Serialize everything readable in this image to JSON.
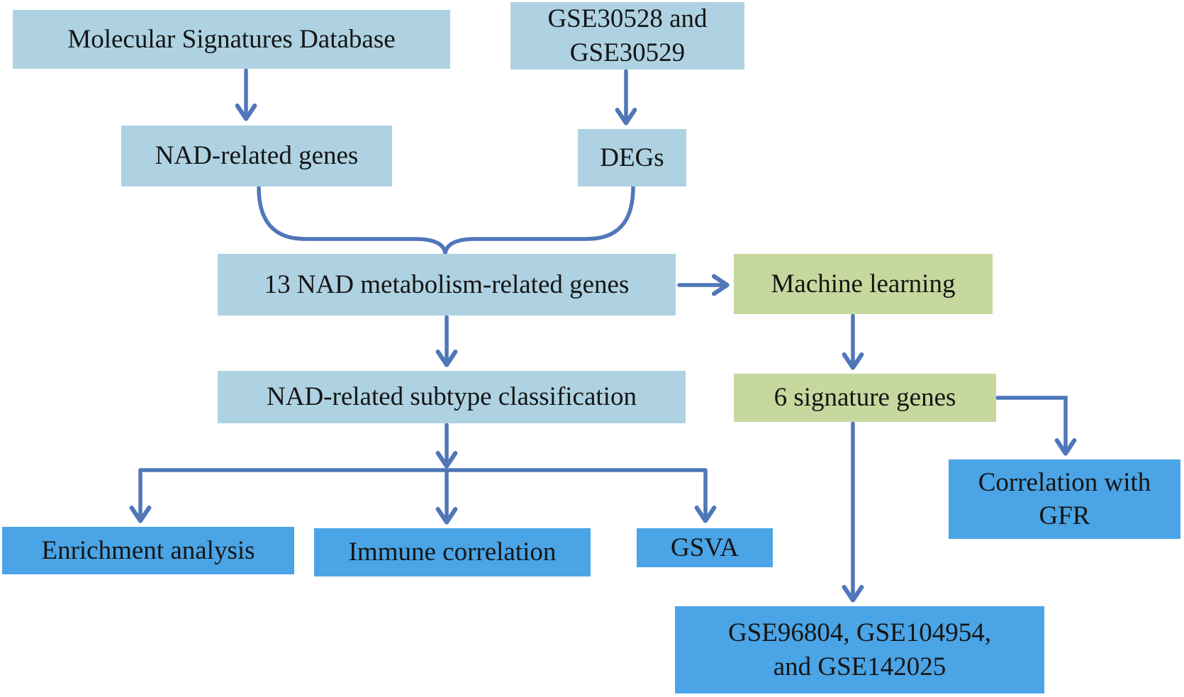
{
  "colors": {
    "box_light_blue": "#aed2e2",
    "box_olive": "#c6d89e",
    "box_bright_blue": "#4aa4e6",
    "arrow_blue": "#4f77b9",
    "text_color": "#151515",
    "background": "#ffffff"
  },
  "nodes": {
    "msigdb": {
      "label": "Molecular Signatures Database"
    },
    "gse_discovery": {
      "label": "GSE30528 and\nGSE30529"
    },
    "nad_genes": {
      "label": "NAD-related genes"
    },
    "degs": {
      "label": "DEGs"
    },
    "nad13": {
      "label": "13 NAD metabolism-related genes"
    },
    "machine_learning": {
      "label": "Machine learning"
    },
    "subtype": {
      "label": "NAD-related subtype classification"
    },
    "signature6": {
      "label": "6 signature genes"
    },
    "enrichment": {
      "label": "Enrichment analysis"
    },
    "immune": {
      "label": "Immune correlation"
    },
    "gsva": {
      "label": "GSVA"
    },
    "gfr": {
      "label": "Correlation with\nGFR"
    },
    "gse_validation": {
      "label": "GSE96804, GSE104954,\nand GSE142025"
    }
  }
}
